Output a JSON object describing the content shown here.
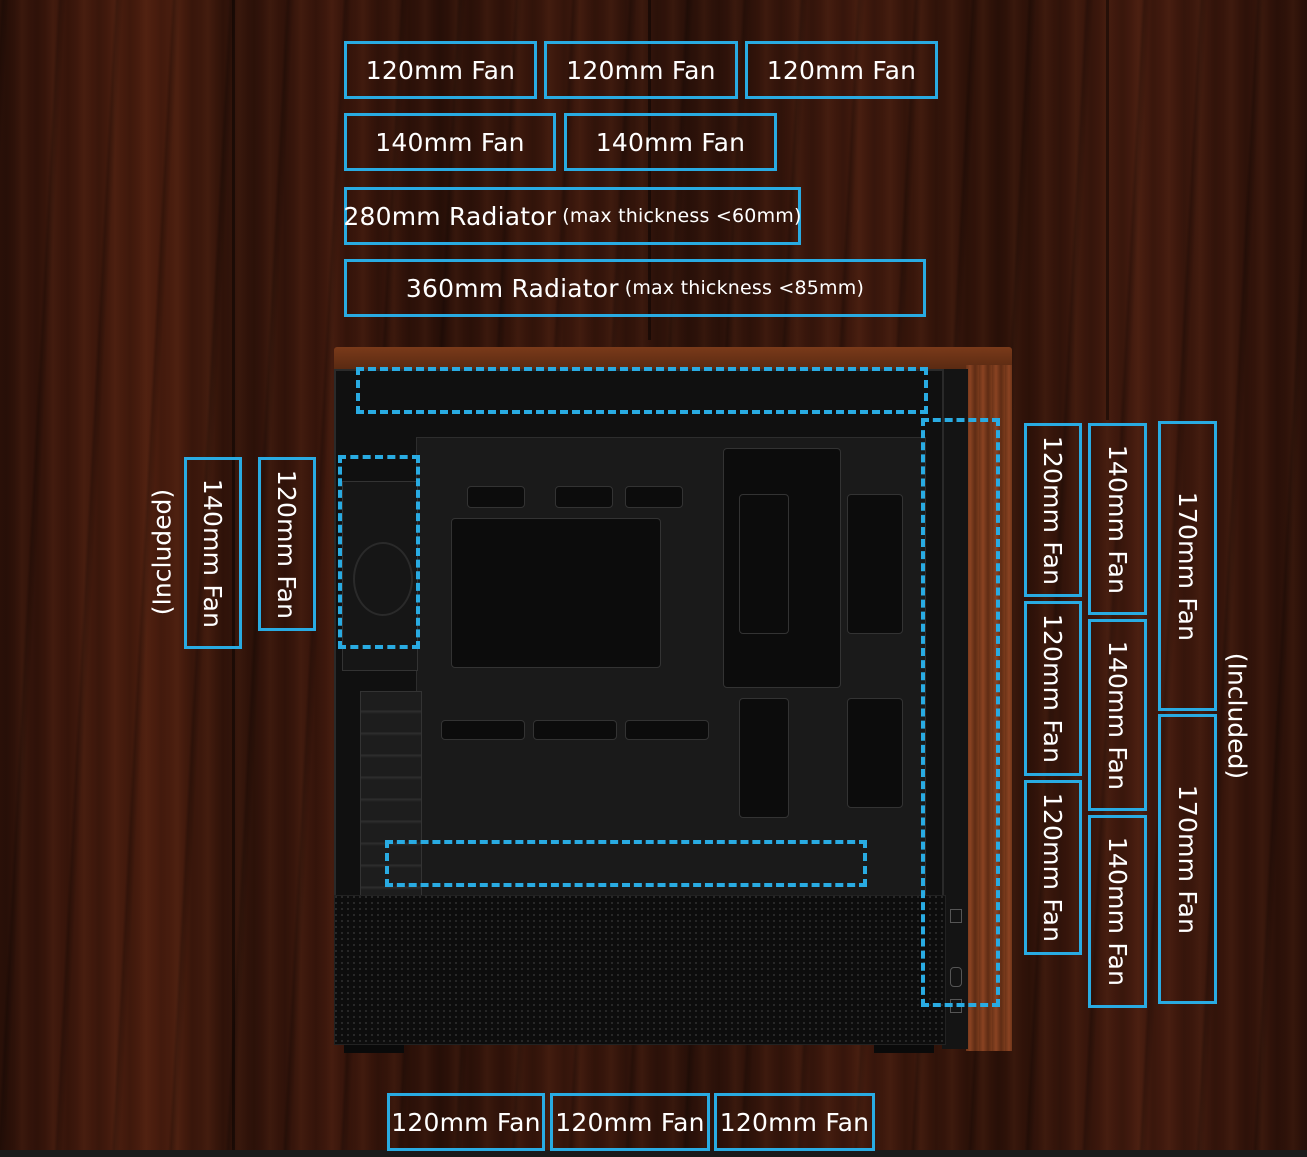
{
  "top": {
    "row1": [
      "120mm Fan",
      "120mm Fan",
      "120mm Fan"
    ],
    "row2": [
      "140mm Fan",
      "140mm Fan"
    ],
    "radiator_280": {
      "label": "280mm Radiator",
      "note": "(max thickness <60mm)"
    },
    "radiator_360": {
      "label": "360mm Radiator",
      "note": "(max thickness <85mm)"
    }
  },
  "rear": {
    "fan_140": "140mm Fan",
    "fan_140_note": "(Included)",
    "fan_120": "120mm Fan"
  },
  "front": {
    "fans_120": [
      "120mm Fan",
      "120mm Fan",
      "120mm Fan"
    ],
    "fans_140": [
      "140mm Fan",
      "140mm Fan",
      "140mm Fan"
    ],
    "fans_170": [
      "170mm Fan",
      "170mm Fan"
    ],
    "fans_170_note": "(Included)"
  },
  "bottom": {
    "fans": [
      "120mm Fan",
      "120mm Fan",
      "120mm Fan"
    ]
  },
  "colors": {
    "label_border": "#29abe2",
    "mount_zone": "#29abe2",
    "wood_panel": "#7a3b1c"
  }
}
